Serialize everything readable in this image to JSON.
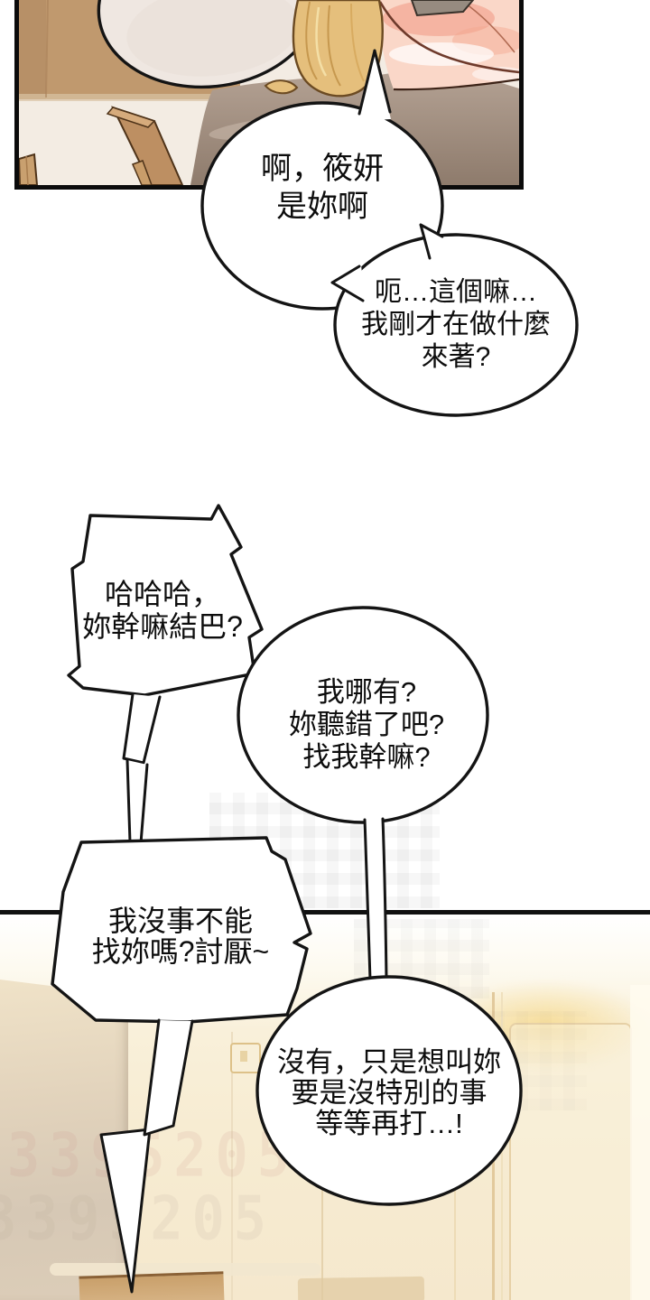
{
  "comic": {
    "bubbles": [
      {
        "shape": "ellipse",
        "lines": [
          "啊，筱妍",
          "是妳啊"
        ]
      },
      {
        "shape": "ellipse",
        "lines": [
          "呃…這個嘛…",
          "我剛才在做什麼",
          "來著?"
        ]
      },
      {
        "shape": "jagged",
        "lines": [
          "哈哈哈，",
          "妳幹嘛結巴?"
        ]
      },
      {
        "shape": "ellipse",
        "lines": [
          "我哪有?",
          "妳聽錯了吧?",
          "找我幹嘛?"
        ]
      },
      {
        "shape": "jagged",
        "lines": [
          "我沒事不能",
          "找妳嗎?討厭~"
        ]
      },
      {
        "shape": "ellipse",
        "lines": [
          "沒有，只是想叫妳",
          "要是沒特別的事",
          "等等再打…!"
        ]
      }
    ],
    "watermark": {
      "row1": "3395205",
      "row2": "3395205"
    },
    "colors": {
      "outline": "#141414",
      "panel_wall": "#c0996e",
      "pillow": "#efe7e1",
      "blanket": "#a89584",
      "hair": "#e5bf7c",
      "skin": "#fad7c8",
      "room_wall_left": "#d8c9b6",
      "room_wall_cream": "#f7ecd2",
      "door_line": "#e2c99c",
      "wood": "#c9a06b"
    }
  }
}
